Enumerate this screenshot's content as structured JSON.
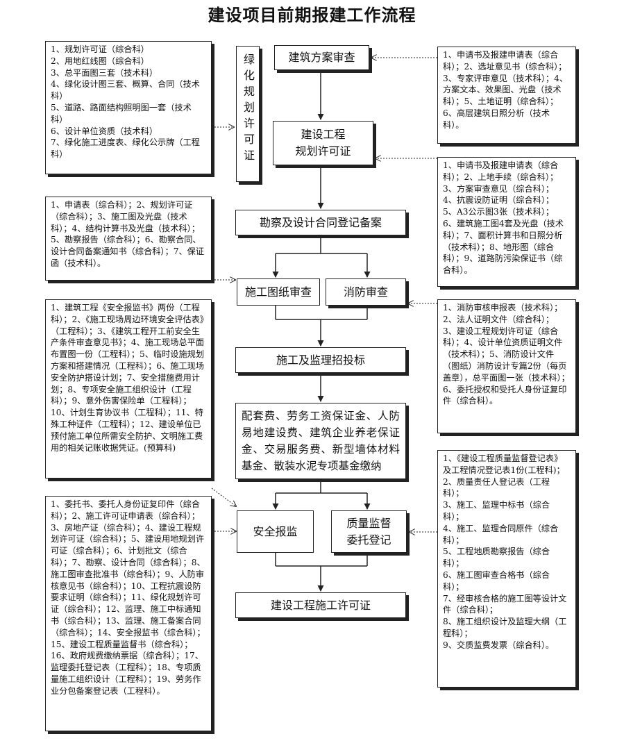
{
  "title": "建设项目前期报建工作流程",
  "flow": {
    "step1": "建筑方案审查",
    "step2_line1": "建设工程",
    "step2_line2": "规划许可证",
    "step3": "勘察及设计合同登记备案",
    "step4a": "施工图纸审查",
    "step4b": "消防审查",
    "step5": "施工及监理招投标",
    "step6": "配套费、劳务工资保证金、人防易地建设费、建筑企业养老保证金、交易服务费、新型墙体材料基金、散装水泥专项基金缴纳",
    "step7a": "安全报监",
    "step7b_line1": "质量监督",
    "step7b_line2": "委托登记",
    "step8": "建设工程施工许可证"
  },
  "green_permit": "绿化规划许可证",
  "notes": {
    "left1": "1、规划许可证（综合科）\n2、用地红线图（综合科）\n3、总平面图三套（技术科）\n4、绿化设计图三套、概算、合同（技术科）\n5、道路、路面结构照明图一套（技术科）\n6、设计单位资质（技术科）\n7、绿化施工进度表、绿化公示牌（工程科）",
    "left2": "1、申请表（综合科）；2、规划许可证（综合科）；3、施工图及光盘（技术科）；4、结构计算书及光盘（技术科）；5、勘察报告（综合科）；6、勘察合同、设计合同备案通知书（综合科）；7、保证函（技术科）。",
    "left3": "1、建筑工程《安全报监书》两份（工程科）；2、《施工现场周边环境安全评估表》（工程科）；3、《建筑工程开工前安全生产条件审查意见书》；4、施工现场总平面布置图一份（工程科）；5、临时设施规划方案和搭建情况（工程科）；6、施工现场安全防护搭设计划；7、安全措施费用计划；8、专项安全施工组织设计（工程科）；9、意外伤害保险单（工程科）；10、计划生育协议书（工程科）；11、特殊工种证件（工程科）；12、建设单位已预付施工单位所需安全防护、文明施工费用的相关记账收据凭证。(预算科)",
    "left4": "1、委托书、委托人身份证复印件（综合科）；2、施工许可证申请表（综合科）；3、房地产证（综合科）；4、建设工程规划许可证（综合科）；5、建设用地规划许可证（综合科）；6、计划批文（综合科）；7、勘察、设计合同（综合科）；8、施工图审查批准书（综合科）；9、人防审核意见书（综合科）；10、工程抗震设防要求证明（综合科）；11、绿化规划许可证（综合科）；12、监理、施工中标通知书（综合科）；13、监理、施工备案合同（综合科）；14、安全报监书（综合科）；15、建设工程质量监督书（综合科）；16、政府规费缴纳票据（综合科）；17、监理委托登记表（工程科）；18、专项质量施工组织设计（工程科）；19、劳务作业分包备案登记表（工程科）。",
    "right1": "1、申请书及报建申请表（综合科）；2、选址意见书（综合科）；3、专家评审意见（技术科）；4、方案文本、效果图、光盘（技术科）；5、土地证明（综合科）；6、高层建筑日照分析（技术科）。",
    "right2": "1、申请书及报建申请表（综合科）；2、上地手续（综合科）；\n3、方案审查意见（综合科）；\n4、抗震设防证明（综合科）；\n5、A3公示图3张（技术科）；\n6、建筑施工图4套及光盘（技术科）；7、面积计算书和日照分析（技术科）；8、地形图（综合科）；9、道路防污染保证书（综合科）。",
    "right3": "1、消防审核申报表（技术科）；\n2、法人证明文件（综合科）；\n3、建设工程规划许可证（综合科）；4、设计单位资质证明文件（技术科）；5、消防设计文件（图纸）消防设计专篇2份（每页盖章），总平面图一张（技术科）；6、委托授权和受托人身份证复印件（综合科）。",
    "right4": "1、《建设工程质量监督登记表》及工程情况登记表1份(工程科)；\n2、质量责任人登记表（工程科）；\n3、施工、监理中标书（综合科）；\n4、施工、监理合同原件（综合科）；\n5、工程地质勘察报告（综合科）；\n6、施工图审查合格书（综合科）；\n7、经审核合格的施工图等设计文件（综合科）；\n8、施工组织设计及监理大纲（工程科）；\n9、交质监费发票（综合科）。"
  }
}
